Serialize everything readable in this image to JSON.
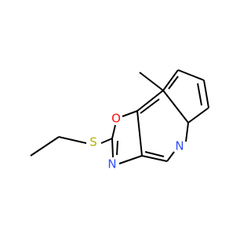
{
  "molecule": {
    "atoms": [
      {
        "id": "S1",
        "symbol": "S",
        "color": "#b3b300"
      },
      {
        "id": "O1",
        "symbol": "O",
        "color": "#ff0d0d"
      },
      {
        "id": "N1",
        "symbol": "N",
        "color": "#3050f8"
      },
      {
        "id": "N2",
        "symbol": "N",
        "color": "#3050f8"
      }
    ]
  },
  "colors": {
    "bond": "#000000",
    "background": "#ffffff"
  }
}
